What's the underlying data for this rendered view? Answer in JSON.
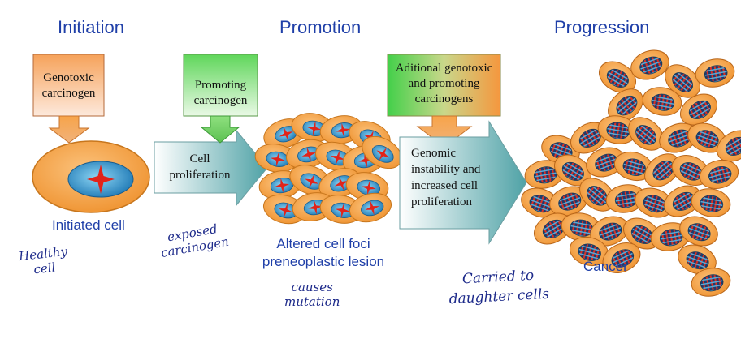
{
  "titles": {
    "initiation": "Initiation",
    "promotion": "Promotion",
    "progression": "Progression"
  },
  "boxes": {
    "genotoxic": [
      "Genotoxic",
      "carcinogen"
    ],
    "promoting": [
      "Promoting",
      "carcinogen"
    ],
    "additional": [
      "Aditional genotoxic",
      "and promoting",
      "carcinogens"
    ]
  },
  "arrows": {
    "cell_proliferation": [
      "Cell",
      "proliferation"
    ],
    "genomic": [
      "Genomic",
      "instability and",
      "increased cell",
      "proliferation"
    ]
  },
  "labels": {
    "initiated_cell": "Initiated cell",
    "altered_foci": [
      "Altered cell foci",
      "preneoplastic lesion"
    ],
    "cancer": "Cancer"
  },
  "handwriting": {
    "healthy_cell": [
      "Healthy",
      "cell"
    ],
    "exposed_carcinogen": [
      "exposed",
      "carcinogen"
    ],
    "causes_mutation": [
      "causes",
      "mutation"
    ],
    "carried_to": [
      "Carried to",
      "daughter cells"
    ]
  },
  "colors": {
    "title_blue": "#1f3fa8",
    "cell_orange": "#f4a64a",
    "nucleus_blue": "#3aa8d8",
    "mutation_red": "#e2231a",
    "handwriting_ink": "#1d2a8a"
  },
  "icons": {
    "mutation_mark": "red four-point star",
    "cancer_chromosomes": "red and navy crosshatch"
  }
}
